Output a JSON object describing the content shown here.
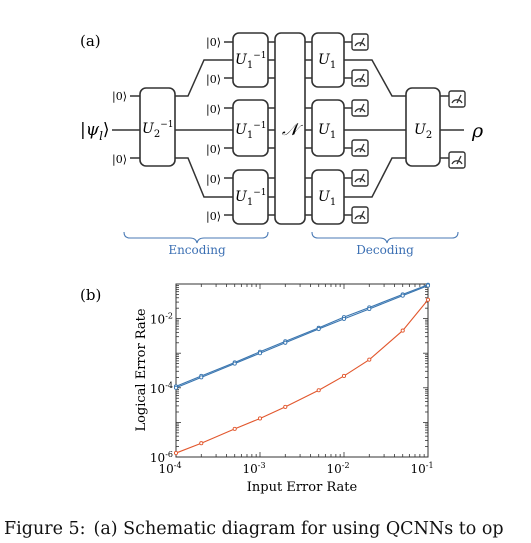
{
  "panel_a": {
    "label": "(a)",
    "input_state": "|ψ",
    "input_subscript": "l",
    "input_close": "⟩",
    "ancilla": "|0⟩",
    "encoder_gate": {
      "main": "U",
      "sub": "2",
      "sup": "−1"
    },
    "layer_gate": {
      "main": "U",
      "sub": "1",
      "sup": "−1"
    },
    "channel": "𝒩",
    "decoder_gate": {
      "main": "U",
      "sub": "1"
    },
    "final_gate": {
      "main": "U",
      "sub": "2"
    },
    "output_state": "ρ",
    "encoding_label": "Encoding",
    "decoding_label": "Decoding",
    "brace_color": "#4a7ab5",
    "measure_icon": "measurement-meter-icon"
  },
  "panel_b": {
    "label": "(b)"
  },
  "chart_data": {
    "type": "line",
    "xlabel": "Input Error Rate",
    "ylabel": "Logical Error Rate",
    "xscale": "log",
    "yscale": "log",
    "xlim": [
      0.0001,
      0.1
    ],
    "ylim": [
      1e-06,
      0.1
    ],
    "xticks": [
      {
        "value": 0.0001,
        "base": "10",
        "exp": "-4"
      },
      {
        "value": 0.001,
        "base": "10",
        "exp": "-3"
      },
      {
        "value": 0.01,
        "base": "10",
        "exp": "-2"
      },
      {
        "value": 0.1,
        "base": "10",
        "exp": "-1"
      }
    ],
    "yticks": [
      {
        "value": 1e-06,
        "base": "10",
        "exp": "-6"
      },
      {
        "value": 0.0001,
        "base": "10",
        "exp": "-4"
      },
      {
        "value": 0.01,
        "base": "10",
        "exp": "-2"
      }
    ],
    "grid": false,
    "series": [
      {
        "color": "#3a76b0",
        "x": [
          0.0001,
          0.0002,
          0.0005,
          0.001,
          0.002,
          0.005,
          0.01,
          0.02,
          0.05,
          0.1
        ],
        "y": [
          0.00011,
          0.00022,
          0.00054,
          0.0011,
          0.0022,
          0.0054,
          0.011,
          0.021,
          0.05,
          0.095
        ]
      },
      {
        "color": "#3a76b0",
        "x": [
          0.0001,
          0.0002,
          0.0005,
          0.001,
          0.002,
          0.005,
          0.01,
          0.02,
          0.05,
          0.1
        ],
        "y": [
          0.0001,
          0.0002,
          0.0005,
          0.001,
          0.002,
          0.005,
          0.0098,
          0.019,
          0.046,
          0.09
        ]
      },
      {
        "color": "#e2572d",
        "x": [
          0.0001,
          0.0002,
          0.0005,
          0.001,
          0.002,
          0.005,
          0.01,
          0.02,
          0.05,
          0.1
        ],
        "y": [
          1.3e-06,
          2.5e-06,
          6.5e-06,
          1.3e-05,
          2.8e-05,
          8.5e-05,
          0.00022,
          0.00065,
          0.0045,
          0.035
        ]
      }
    ]
  },
  "caption": {
    "label": "Figure 5:",
    "text": "(a) Schematic diagram for using QCNNs to op"
  }
}
